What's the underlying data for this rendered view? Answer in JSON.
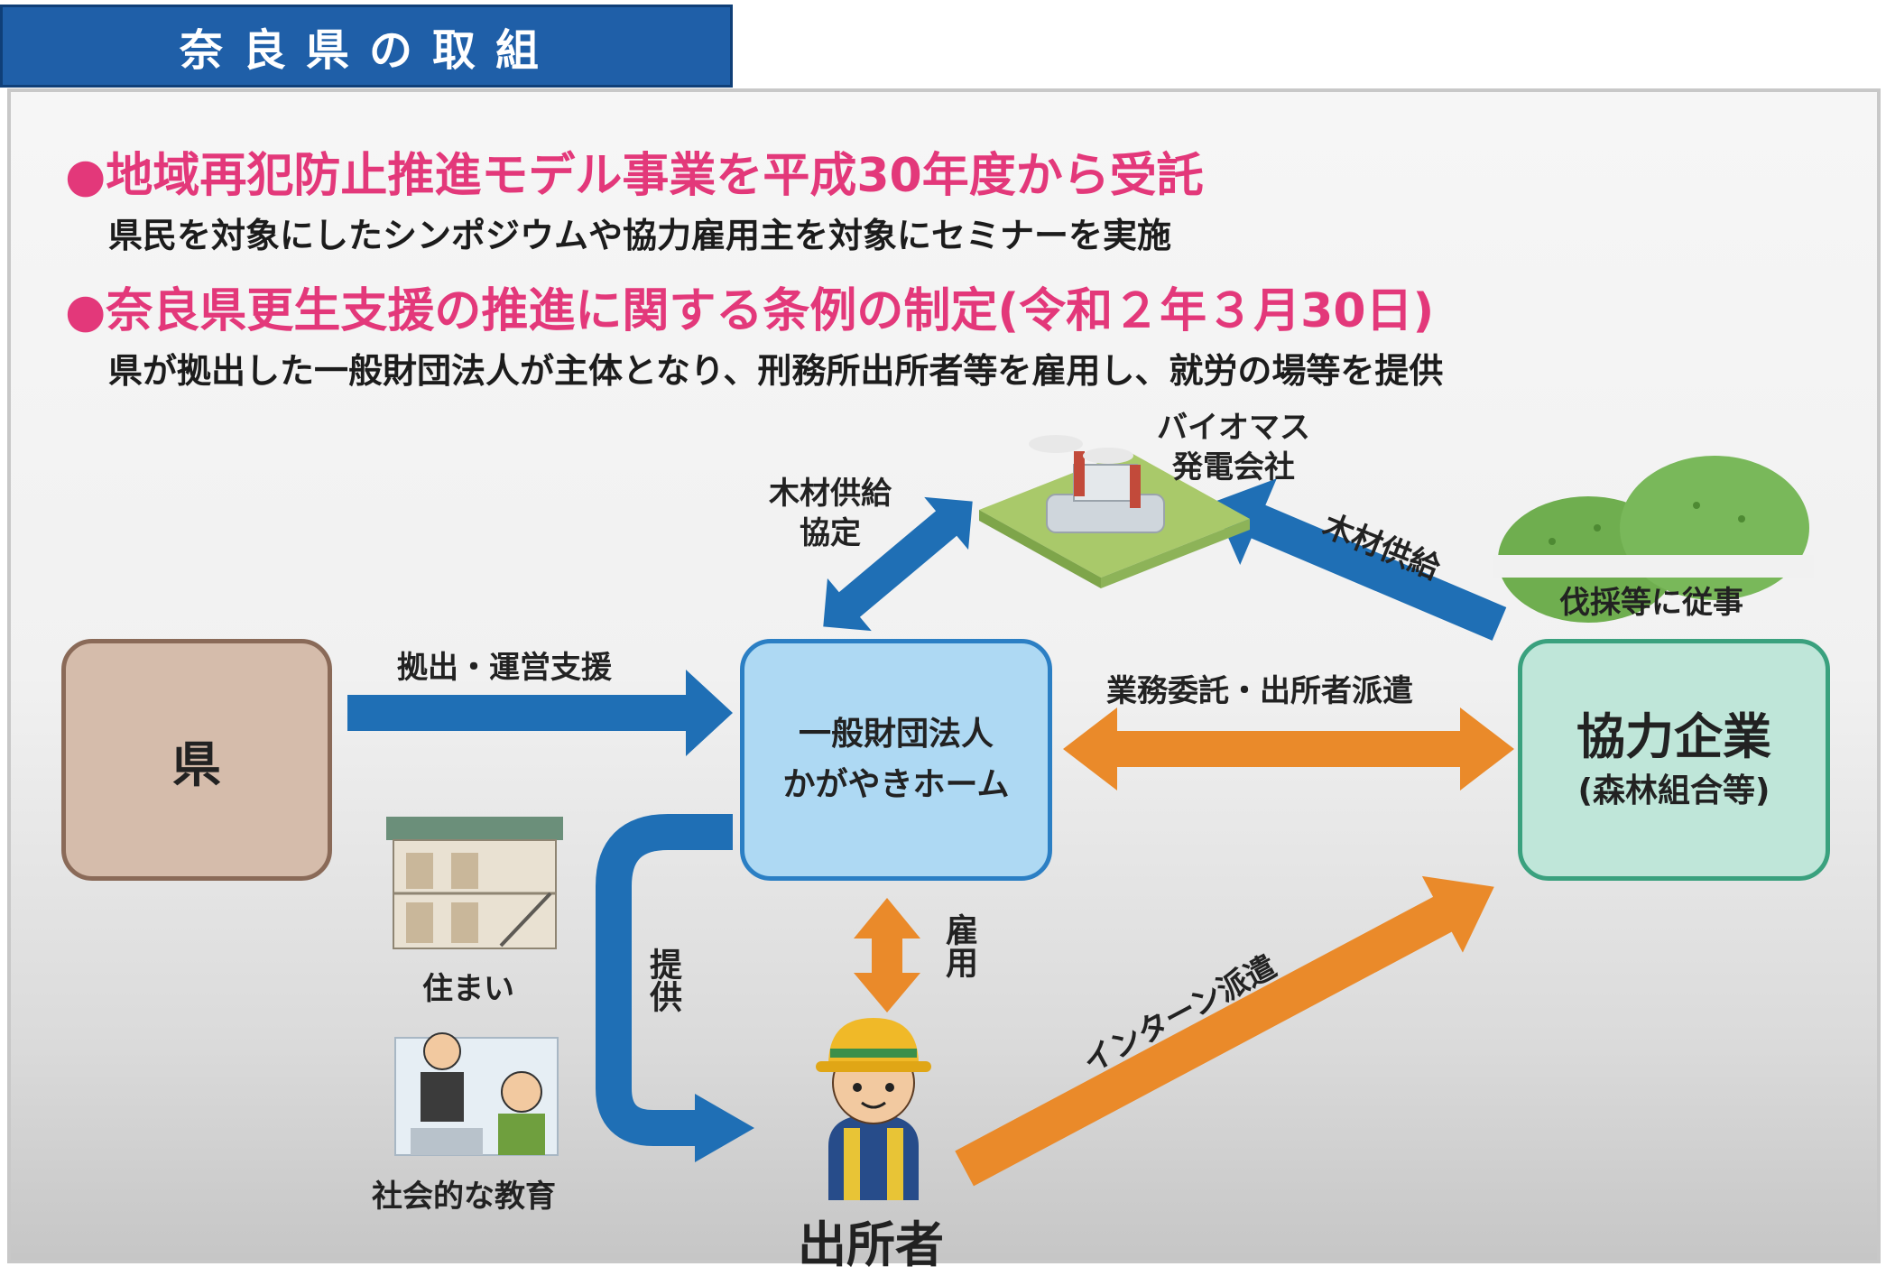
{
  "header": {
    "title": "奈良県の取組"
  },
  "bullets": [
    {
      "heading": "●地域再犯防止推進モデル事業を平成30年度から受託",
      "detail": "県民を対象にしたシンポジウムや協力雇用主を対象にセミナーを実施"
    },
    {
      "heading": "●奈良県更生支援の推進に関する条例の制定(令和２年３月30日)",
      "detail": "県が拠出した一般財団法人が主体となり、刑務所出所者等を雇用し、就労の場等を提供"
    }
  ],
  "nodes": {
    "ken": "県",
    "home_line1": "一般財団法人",
    "home_line2": "かがやきホーム",
    "kyoryoku_main": "協力企業",
    "kyoryoku_sub": "(森林組合等)",
    "biomass_line1": "バイオマス",
    "biomass_line2": "発電会社",
    "forest": "伐採等に従事",
    "housing": "住まい",
    "education": "社会的な教育",
    "released": "出所者"
  },
  "edges": {
    "funding": "拠出・運営支援",
    "wood_agreement_line1": "木材供給",
    "wood_agreement_line2": "協定",
    "wood_supply": "木材供給",
    "outsourcing": "業務委託・出所者派遣",
    "provide": "提供",
    "employ": "雇用",
    "intern": "インターン派遣"
  },
  "colors": {
    "blue_arrow": "#1f6fb5",
    "orange_arrow": "#ea8a2a",
    "bullet_heading": "#e3387a",
    "header_bg": "#1f5fa8"
  },
  "icons": [
    "factory-icon",
    "forest-icon",
    "apartment-icon",
    "counseling-icon",
    "worker-icon"
  ]
}
